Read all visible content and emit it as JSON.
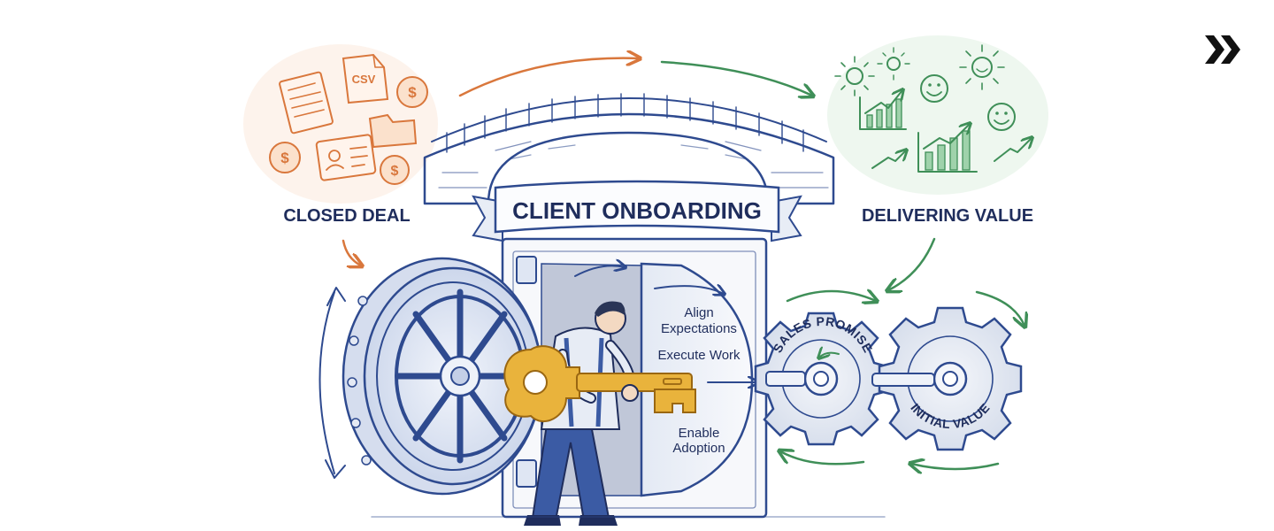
{
  "labels": {
    "closed_deal": "CLOSED DEAL",
    "delivering_value": "DELIVERING VALUE",
    "banner": "CLIENT ONBOARDING",
    "csv": "CSV",
    "dollar": "$",
    "sales_promise": "SALES PROMISE",
    "initial_value": "INITIAL VALUE"
  },
  "steps": [
    {
      "line1": "Align",
      "line2": "Expectations"
    },
    {
      "line1": "Execute Work",
      "line2": ""
    },
    {
      "line1": "Enable",
      "line2": "Adoption"
    }
  ],
  "colors": {
    "ink": "#2e4a8f",
    "navy_text": "#1f2d5c",
    "orange": "#d9773c",
    "green": "#3f8f58",
    "gold": "#e9b33c"
  },
  "icons": [
    "documents-icon",
    "csv-file-icon",
    "dollar-coin-icon",
    "folder-icon",
    "id-card-icon",
    "sun-icon",
    "smiley-icon",
    "growth-chart-icon",
    "vault-door-icon",
    "key-icon",
    "gear-icon",
    "double-chevron-right-icon"
  ]
}
